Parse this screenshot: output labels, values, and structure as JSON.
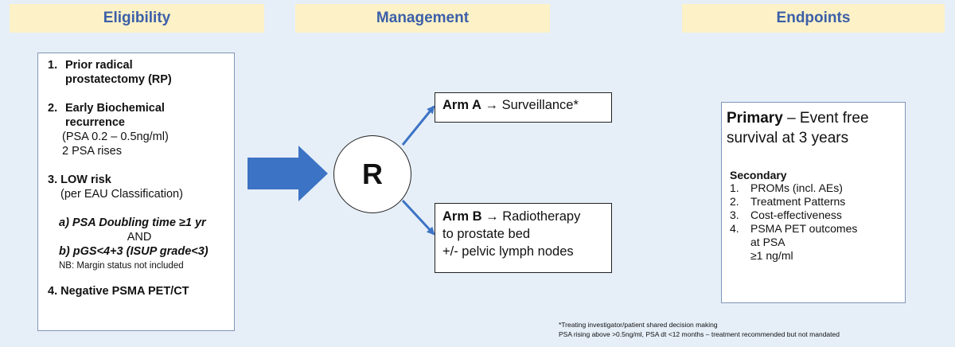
{
  "headers": {
    "eligibility": "Eligibility",
    "management": "Management",
    "endpoints": "Endpoints"
  },
  "eligibility": {
    "item1_num": "1.",
    "item1_line1": "Prior radical",
    "item1_line2": "prostatectomy (RP)",
    "item2_num": "2.",
    "item2_line1": "Early Biochemical",
    "item2_line2": "recurrence",
    "item2_sub1": "(PSA 0.2 – 0.5ng/ml)",
    "item2_sub2": "2 PSA rises",
    "item3_title": "3. LOW risk",
    "item3_sub": "(per EAU Classification)",
    "crit_a": "a) PSA Doubling time ≥1 yr",
    "and": "AND",
    "crit_b": "b) pGS<4+3 (ISUP grade<3)",
    "nb": "NB: Margin status not included",
    "item4": "4. Negative PSMA PET/CT"
  },
  "management": {
    "randomize": "R",
    "arm_a_label": "Arm A",
    "arm_a_text": "Surveillance*",
    "arm_b_label": "Arm B",
    "arm_b_line1": "Radiotherapy",
    "arm_b_line2": "to prostate bed",
    "arm_b_line3": "+/- pelvic lymph nodes"
  },
  "endpoints": {
    "primary_label": "Primary",
    "primary_line1": "– Event free",
    "primary_line2": "survival at 3 years",
    "secondary_title": "Secondary",
    "secondary": [
      {
        "num": "1.",
        "text": "PROMs (incl. AEs)"
      },
      {
        "num": "2.",
        "text": "Treatment  Patterns"
      },
      {
        "num": "3.",
        "text": "Cost-effectiveness"
      },
      {
        "num": "4.",
        "text": "PSMA PET outcomes"
      }
    ],
    "sec4_line2": "at PSA",
    "sec4_line3": "≥1 ng/ml"
  },
  "footnote": {
    "line1": "*Treating investigator/patient shared decision making",
    "line2": "PSA rising above >0.5ng/ml, PSA dt <12 months – treatment recommended but not mandated"
  },
  "colors": {
    "header_bg": "#fdf1c7",
    "header_text": "#3b5fa8",
    "page_bg": "#e6eff8",
    "arrow": "#3c73c4"
  }
}
